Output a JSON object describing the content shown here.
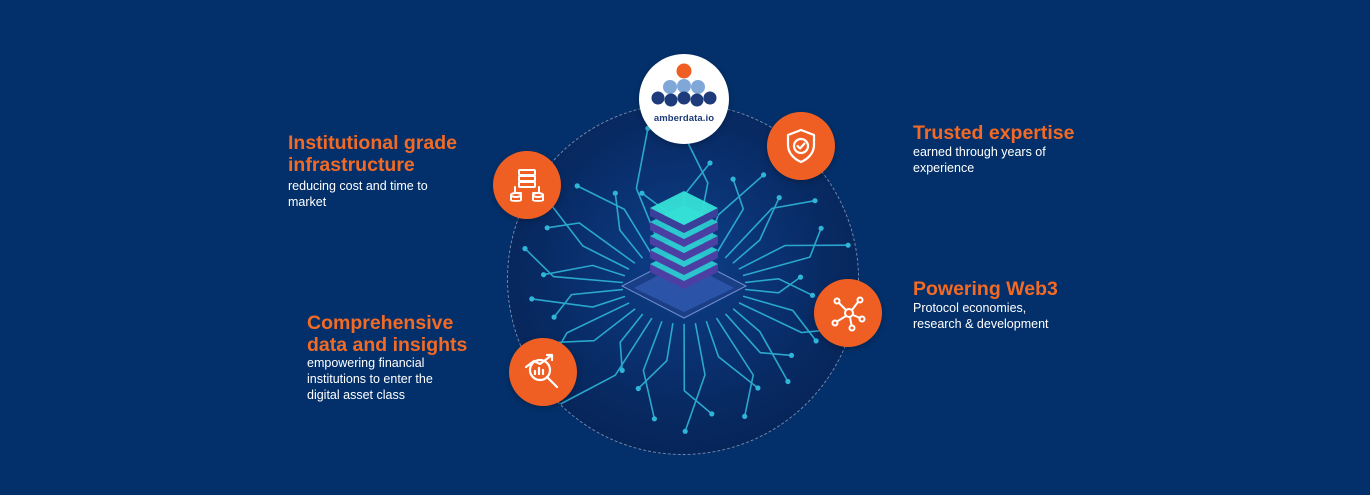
{
  "logo": {
    "wordmark": "amberdata.io"
  },
  "features": {
    "infrastructure": {
      "title_lines": [
        "Institutional grade",
        "infrastructure"
      ],
      "desc_lines": [
        "reducing cost and time to",
        "market"
      ],
      "icon": "server-database-icon"
    },
    "insights": {
      "title_lines": [
        "Comprehensive",
        "data and insights"
      ],
      "desc_lines": [
        "empowering financial",
        "institutions to enter the",
        "digital asset class"
      ],
      "icon": "magnifier-chart-icon"
    },
    "expertise": {
      "title_lines": [
        "Trusted expertise"
      ],
      "desc_lines": [
        "earned through years of",
        "experience"
      ],
      "icon": "shield-check-icon"
    },
    "web3": {
      "title_lines": [
        "Powering Web3"
      ],
      "desc_lines": [
        "Protocol economies,",
        "research & development"
      ],
      "icon": "network-nodes-icon"
    }
  },
  "colors": {
    "background": "#03306a",
    "accent": "#ef5f24",
    "circuit": "#2fb5d8",
    "chip": "#35e0d6"
  }
}
